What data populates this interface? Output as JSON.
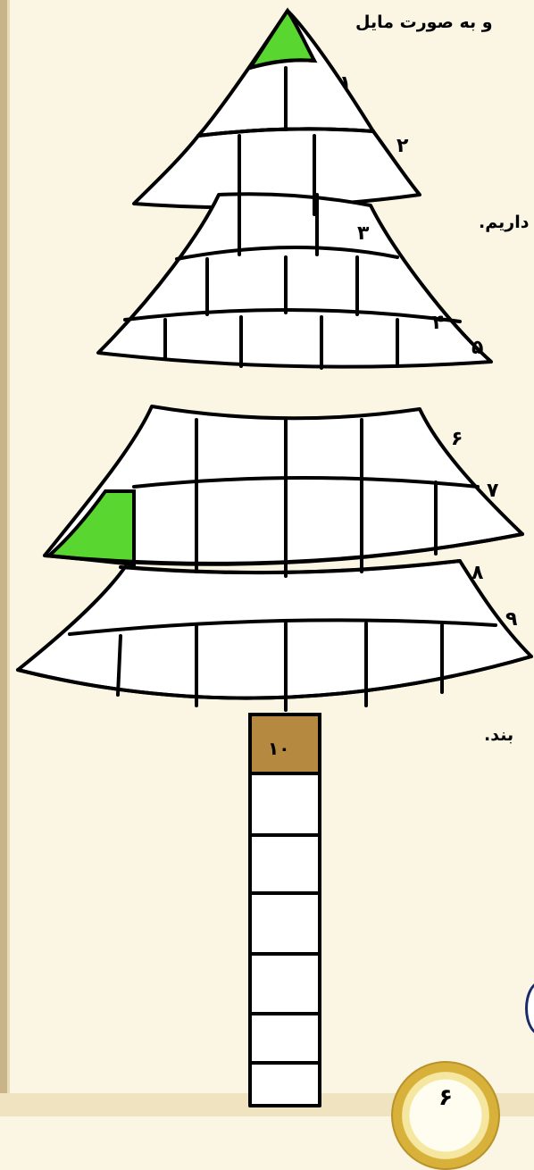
{
  "page": {
    "text_fragments": {
      "top": "و به صورت مایل",
      "middle": "داریم.",
      "lower": "بند."
    },
    "page_number": "۶"
  },
  "tree": {
    "row_labels": [
      "۱",
      "۲",
      "۳",
      "۴",
      "۵",
      "۶",
      "۷",
      "۸",
      "۹"
    ],
    "trunk_label": "۱۰",
    "colors": {
      "outline": "#000000",
      "cell_fill": "#ffffff",
      "highlight_green": "#5ad630",
      "trunk_brown": "#b5893f"
    }
  }
}
